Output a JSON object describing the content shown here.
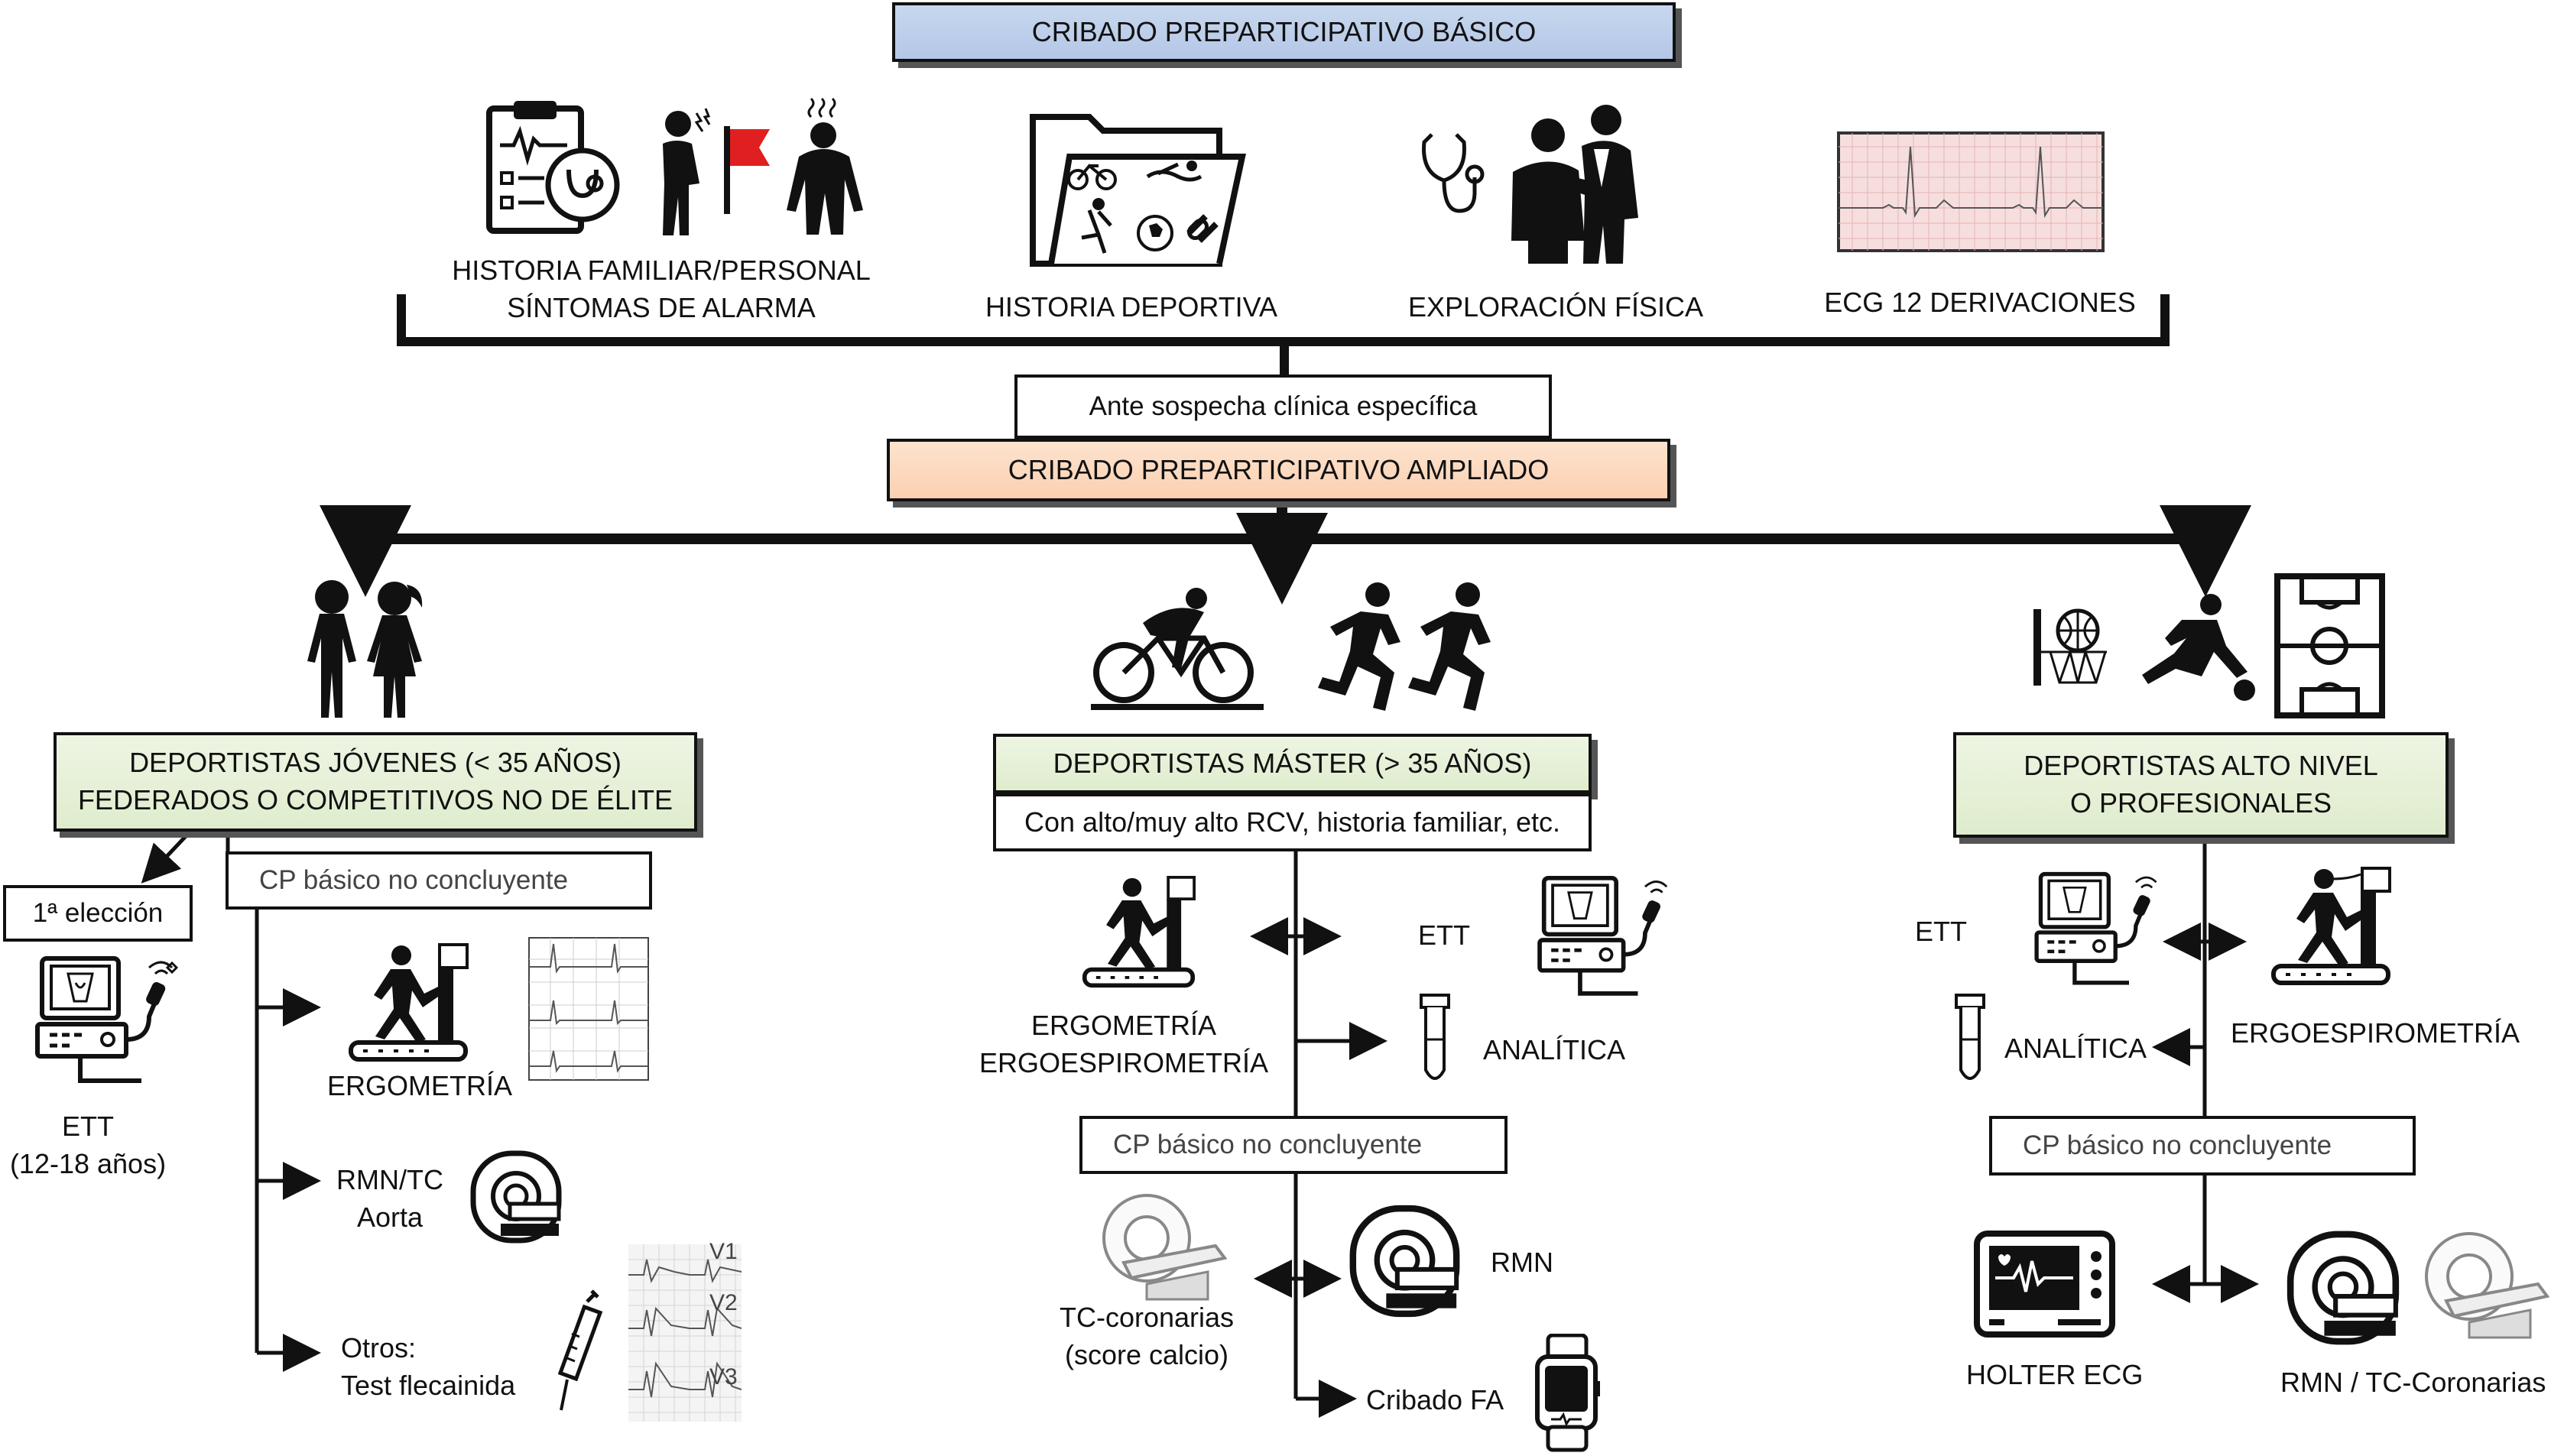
{
  "top": {
    "title": "CRIBADO PREPARTICIPATIVO BÁSICO",
    "items": [
      {
        "line1": "HISTORIA FAMILIAR/PERSONAL",
        "line2": "SÍNTOMAS DE ALARMA"
      },
      {
        "line1": "HISTORIA DEPORTIVA"
      },
      {
        "line1": "EXPLORACIÓN FÍSICA"
      },
      {
        "line1": "ECG 12 DERIVACIONES"
      }
    ]
  },
  "suspicion": "Ante sospecha clínica específica",
  "extended_title": "CRIBADO PREPARTICIPATIVO AMPLIADO",
  "left": {
    "header_line1": "DEPORTISTAS JÓVENES (< 35  AÑOS)",
    "header_line2": "FEDERADOS O COMPETITIVOS NO DE  ÉLITE",
    "first_choice": "1ª elección",
    "ett": "ETT",
    "ett_age": "(12-18 años)",
    "cp_box": "CP básico no concluyente",
    "ergometria": "ERGOMETRÍA",
    "rmn_tc": "RMN/TC",
    "aorta": "Aorta",
    "otros": "Otros:",
    "flecainida": "Test flecainida",
    "ecg_leads": [
      "V1",
      "V2",
      "V3"
    ]
  },
  "middle": {
    "header": "DEPORTISTAS MÁSTER (> 35  AÑOS)",
    "subheader": "Con alto/muy alto RCV, historia familiar, etc.",
    "ergometria": "ERGOMETRÍA",
    "ergoespirometria": "ERGOESPIROMETRÍA",
    "ett": "ETT",
    "analitica": "ANALÍTICA",
    "cp_box": "CP básico no concluyente",
    "tc_line1": "TC-coronarias",
    "tc_line2": "(score calcio)",
    "rmn": "RMN",
    "cribado_fa": "Cribado FA"
  },
  "right": {
    "header_line1": "DEPORTISTAS ALTO NIVEL",
    "header_line2": "O PROFESIONALES",
    "ett": "ETT",
    "analitica": "ANALÍTICA",
    "ergoespirometria": "ERGOESPIROMETRÍA",
    "cp_box": "CP básico no concluyente",
    "holter": "HOLTER ECG",
    "rmn_tc": "RMN / TC-Coronarias"
  },
  "colors": {
    "basic_fill": "#b4c7e7",
    "extended_fill": "#fbd0b0",
    "group_fill": "#dfeccd",
    "ecg_paper": "#f6dede"
  }
}
